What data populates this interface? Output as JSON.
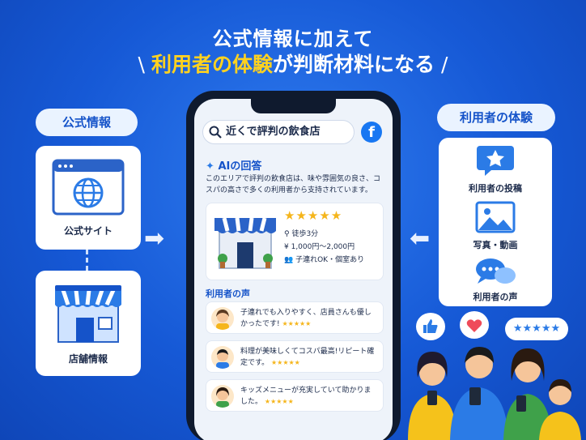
{
  "header": {
    "line1": "公式情報に加えて",
    "highlight": "利用者の体験",
    "line2_rest": "が判断材料になる",
    "slash_left": "\\",
    "slash_right": "/"
  },
  "left": {
    "pill": "公式情報",
    "site_label": "公式サイト",
    "store_label": "店舗情報"
  },
  "right": {
    "pill": "利用者の体験",
    "items": [
      "利用者の投稿",
      "写真・動画",
      "利用者の声"
    ]
  },
  "phone": {
    "search_text": "近くで評判の飲食店",
    "fb_letter": "f",
    "ai_title": "AIの回答",
    "ai_text": "このエリアで評判の飲食店は、味や雰囲気の良さ、コスパの高さで多くの利用者から支持されています。",
    "rating_stars": "★★★★★",
    "rating_value": 4.5,
    "info": [
      "徒歩3分",
      "1,000円〜2,000円",
      "子連れOK・個室あり"
    ],
    "voice_title": "利用者の声",
    "reviews": [
      {
        "text": "子連れでも入りやすく、店員さんも優しかったです!",
        "stars": "★★★★★"
      },
      {
        "text": "料理が美味しくてコスパ最高!リピート確定です。",
        "stars": "★★★★★"
      },
      {
        "text": "キッズメニューが充実していて助かりました。",
        "stars": "★★★★★"
      }
    ]
  },
  "bubbles": {
    "stars": "★★★★★"
  },
  "colors": {
    "accent": "#1553c9",
    "highlight": "#ffd21f",
    "star": "#f5b51b",
    "facebook": "#1877f2"
  }
}
